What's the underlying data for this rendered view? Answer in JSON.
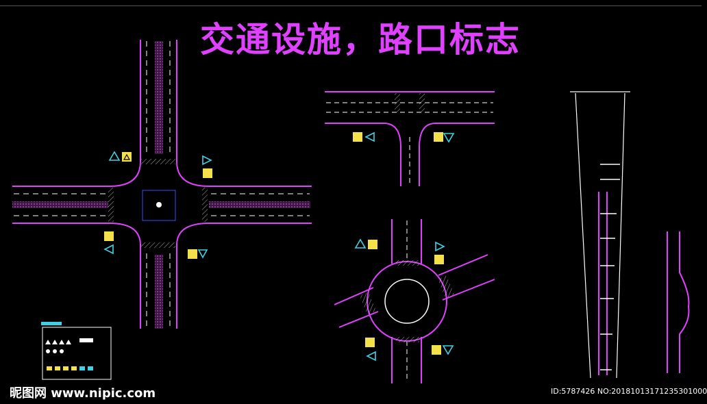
{
  "title": "交通设施，路口标志",
  "watermark_left": "昵图网 www.nipic.com",
  "watermark_right": "ID:5787426 NO:20181013171235301000",
  "colors": {
    "background": "#000000",
    "title": "#e040ff",
    "road_edge": "#e040ff",
    "lane_line": "#ffffff",
    "sign_yellow": "#f4e04a",
    "sign_cyan": "#3ed2e8",
    "median_fill": "#5a2a60",
    "box_blue": "#3050ff"
  },
  "icons": [
    "triangle-warning-icon",
    "yield-sign-icon"
  ]
}
